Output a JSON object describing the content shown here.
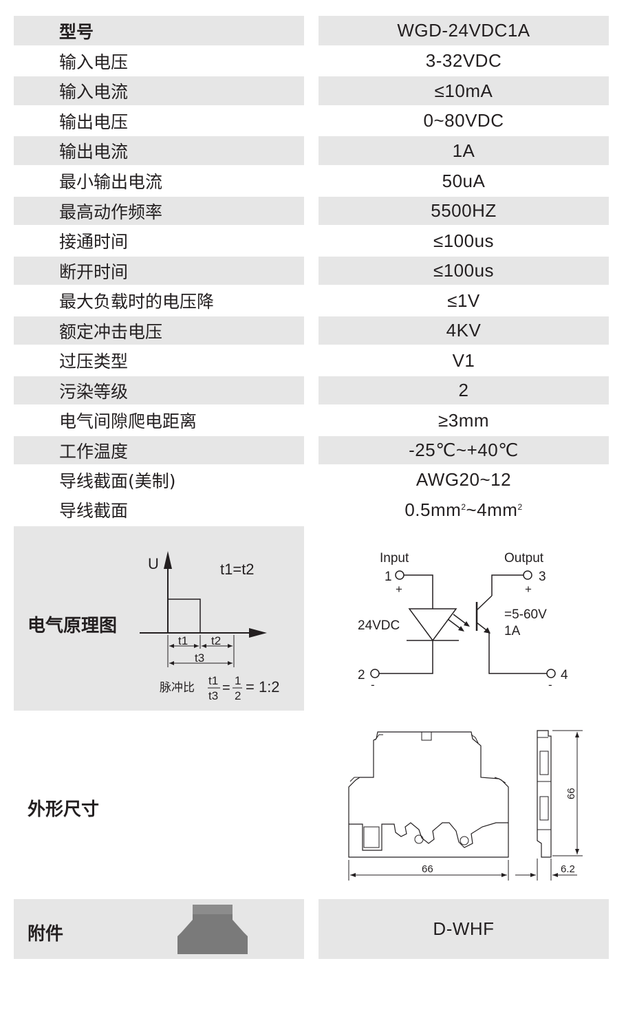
{
  "specs": [
    {
      "label": "型号",
      "value": "WGD-24VDC1A"
    },
    {
      "label": "输入电压",
      "value": "3-32VDC"
    },
    {
      "label": "输入电流",
      "value": "≤10mA"
    },
    {
      "label": "输出电压",
      "value": "0~80VDC"
    },
    {
      "label": "输出电流",
      "value": "1A"
    },
    {
      "label": "最小输出电流",
      "value": "50uA"
    },
    {
      "label": "最高动作频率",
      "value": "5500HZ"
    },
    {
      "label": "接通时间",
      "value": "≤100us"
    },
    {
      "label": "断开时间",
      "value": "≤100us"
    },
    {
      "label": "最大负载时的电压降",
      "value": "≤1V"
    },
    {
      "label": "额定冲击电压",
      "value": "4KV"
    },
    {
      "label": "过压类型",
      "value": "V1"
    },
    {
      "label": "污染等级",
      "value": "2"
    },
    {
      "label": "电气间隙爬电距离",
      "value": "≥3mm"
    },
    {
      "label": "工作温度",
      "value": "-25℃~+40℃"
    },
    {
      "label": "导线截面(美制)",
      "value": "AWG20~12"
    }
  ],
  "wire_section": {
    "label": "导线截面",
    "value_part1": "0.5mm",
    "sup1": "2",
    "value_part2": "~4mm",
    "sup2": "2"
  },
  "schematic": {
    "label": "电气原理图",
    "timing": {
      "u_axis": "U",
      "eq": "t1=t2",
      "t1": "t1",
      "t2": "t2",
      "t3": "t3",
      "ratio_prefix": "脉冲比",
      "frac1_num": "t1",
      "frac1_den": "t3",
      "eq_sign1": "=",
      "frac2_num": "1",
      "frac2_den": "2",
      "ratio_result": "= 1:2"
    },
    "circuit": {
      "input": "Input",
      "output": "Output",
      "pin1": "1",
      "pin2": "2",
      "pin3": "3",
      "pin4": "4",
      "plus1": "+",
      "minus2": "-",
      "plus3": "+",
      "minus4": "-",
      "input_voltage": "24VDC",
      "output_voltage": "=5-60V",
      "output_current": "1A"
    }
  },
  "dimensions": {
    "label": "外形尺寸",
    "width": "66",
    "height": "66",
    "depth": "6.2"
  },
  "accessory": {
    "label": "附件",
    "value": "D-WHF"
  },
  "colors": {
    "cell_gray": "#e6e6e6",
    "line": "#231f20",
    "accessory_part": "#7a7a7a"
  }
}
